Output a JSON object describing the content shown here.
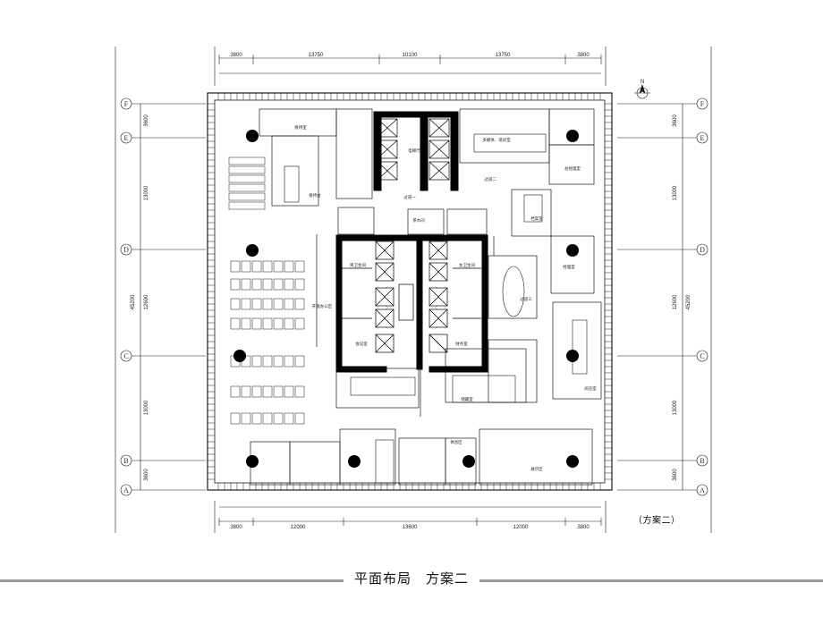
{
  "scheme_label": "（方案二）",
  "caption": "平面布局　方案二",
  "dims_top": [
    "3800",
    "13750",
    "10100",
    "13750",
    "3800"
  ],
  "dims_bottom": [
    "3800",
    "12000",
    "13600",
    "12000",
    "3800"
  ],
  "dims_left": [
    "3600",
    "13000",
    "12600",
    "13000",
    "3600"
  ],
  "dims_right": [
    "3600",
    "13000",
    "12600",
    "13000",
    "3600"
  ],
  "dims_left_total": "45200",
  "dims_right_total": "45200",
  "axes": [
    "F",
    "E",
    "D",
    "C",
    "B",
    "A"
  ],
  "north_label": "N",
  "rooms": {
    "vip_reception": "接待室",
    "reception": "接待台",
    "elevator_hall": "电梯厅",
    "multi_meeting": "多媒体、培训室",
    "corridor_1": "过道一",
    "corridor_2": "过道二",
    "corridor_3": "过道三",
    "open_office": "开敞办公区",
    "meeting_room": "会议室",
    "finance": "财务室",
    "archives": "档案室",
    "manager": "经理室",
    "general_manager": "总经理室",
    "pantry": "茶水间",
    "toilet_m": "男卫生间",
    "toilet_f": "女卫生间",
    "storage": "储藏室",
    "reading": "阅览室",
    "lounge": "休息区",
    "exhibition": "展示区"
  },
  "colors": {
    "line": "#1a1a1a",
    "wall": "#000000",
    "caption_rule": "#9a9a9a"
  }
}
